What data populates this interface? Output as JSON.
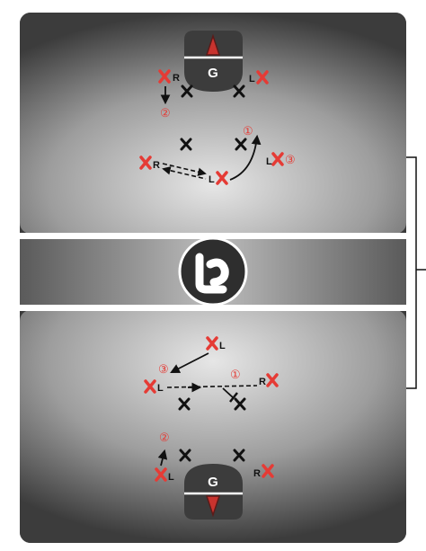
{
  "diagram": {
    "logo_text": "LP",
    "goal_label": "G",
    "labels": {
      "right": "R",
      "left": "L"
    },
    "steps": {
      "one": "①",
      "two": "②",
      "three": "③"
    },
    "colors": {
      "field_dark": "#3a3a3a",
      "field_light": "#e4e4e4",
      "line_white": "#ffffff",
      "marker_red": "#e53b35",
      "marker_black": "#111111",
      "crease_dark": "#3c3c3c",
      "goal_red": "#c8332e"
    }
  }
}
